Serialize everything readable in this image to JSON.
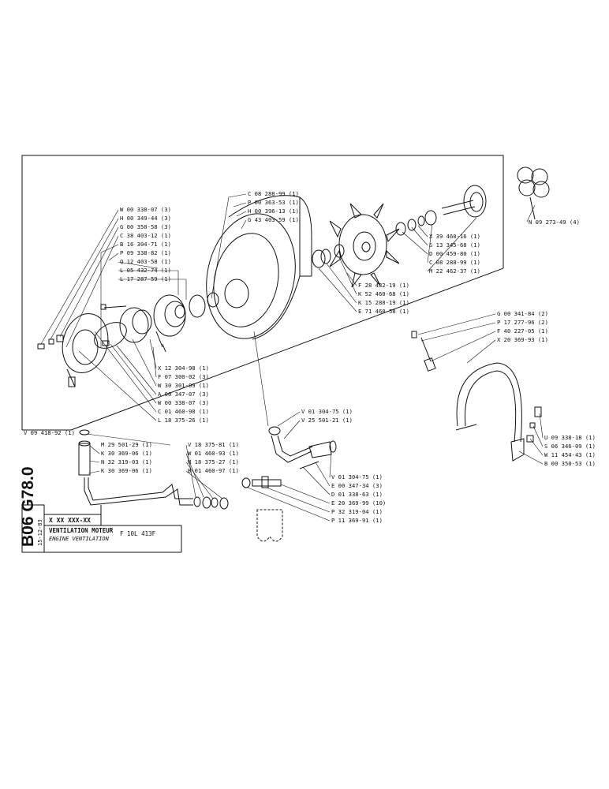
{
  "title_block": {
    "doc_code": "B06  G78.0",
    "date": "15-12-83",
    "ref": "X XX XXX-XX",
    "title_fr": "VENTILATION MOTEUR",
    "title_en": "ENGINE VENTILATION",
    "model": "F 10L 413F"
  },
  "frame_label": "V 09 418-92 (1)",
  "labels_left_top": [
    "W 00 338-07 (3)",
    "H 00 349-44 (3)",
    "G 00 350-58 (3)",
    "C 38 403-12 (1)",
    "B 16 304-71 (1)",
    "P 09 338-82 (1)",
    "Q 12 403-58 (1)",
    "L 05 432-74 (1)",
    "L 17 287-59 (1)"
  ],
  "labels_left_bottom": [
    "X 12 304-98 (1)",
    "F 07 300-02 (3)",
    "W 30 301-09 (1)",
    "A 00 347-07 (3)",
    "W 00 338-07 (3)",
    "C 01 460-98 (1)",
    "L 18 375-26 (1)"
  ],
  "labels_center_top": [
    "C 08 288-99 (1)",
    "P 00 363-53 (1)",
    "H 00 396-13 (1)",
    "G 43 403-59 (1)"
  ],
  "labels_right_top": [
    "X 39 460-16 (1)",
    "S 13 345-68 (1)",
    "D 00 459-80 (1)",
    "C 08 288-99 (1)",
    "M 22 462-37 (1)"
  ],
  "label_far_right": "N 09 273-49 (4)",
  "labels_fan": [
    "F 28 432-19 (1)",
    "K 52 460-68 (1)",
    "K 15 288-19 (1)",
    "E 71 460-58 (1)"
  ],
  "labels_belt": [
    "G 00 341-84 (2)",
    "P 17 277-96 (2)",
    "F 40 227-05 (1)",
    "X 20 369-93 (1)"
  ],
  "labels_bracket": [
    "U 09 338-18 (1)",
    "S 06 346-09 (1)",
    "W 11 454-43 (1)",
    "B 00 350-53 (1)"
  ],
  "labels_pipe_top": [
    "V 01 304-75 (1)",
    "V 25 501-21 (1)"
  ],
  "labels_hose": [
    "M 29 501-29 (1)",
    "K 30 369-06 (1)",
    "N 32 319-03 (1)",
    "K 30 369-06 (1)"
  ],
  "labels_center_mid": [
    "V 18 375-81 (1)",
    "W 01 460-93 (1)",
    "M 18 375-27 (1)",
    "B 01 460-97 (1)"
  ],
  "labels_pipe_bottom": [
    "V 01 304-75 (1)",
    "E 00 347-34 (3)",
    "D 01 338-63 (1)",
    "E 20 369-99 (10)",
    "P 32 319-04 (1)",
    "P 11 369-91 (1)"
  ]
}
